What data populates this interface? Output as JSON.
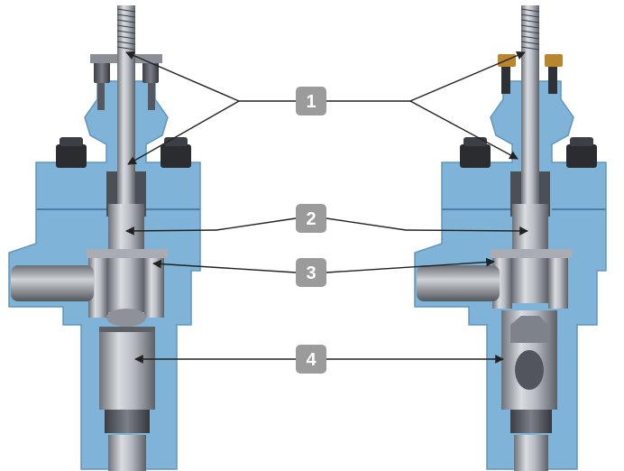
{
  "callouts": [
    {
      "label": "1"
    },
    {
      "label": "2"
    },
    {
      "label": "3"
    },
    {
      "label": "4"
    }
  ],
  "colors": {
    "body_blue": "#7fb3d8",
    "body_blue_dark": "#5f95bf",
    "metal_light": "#c9ccd1",
    "metal_mid": "#9a9fa6",
    "metal_dark": "#4b4f56",
    "nut_black": "#2a2c30",
    "bolt_gold": "#b8862e",
    "callout_bg": "#9b9b9b",
    "leader": "#222222"
  }
}
